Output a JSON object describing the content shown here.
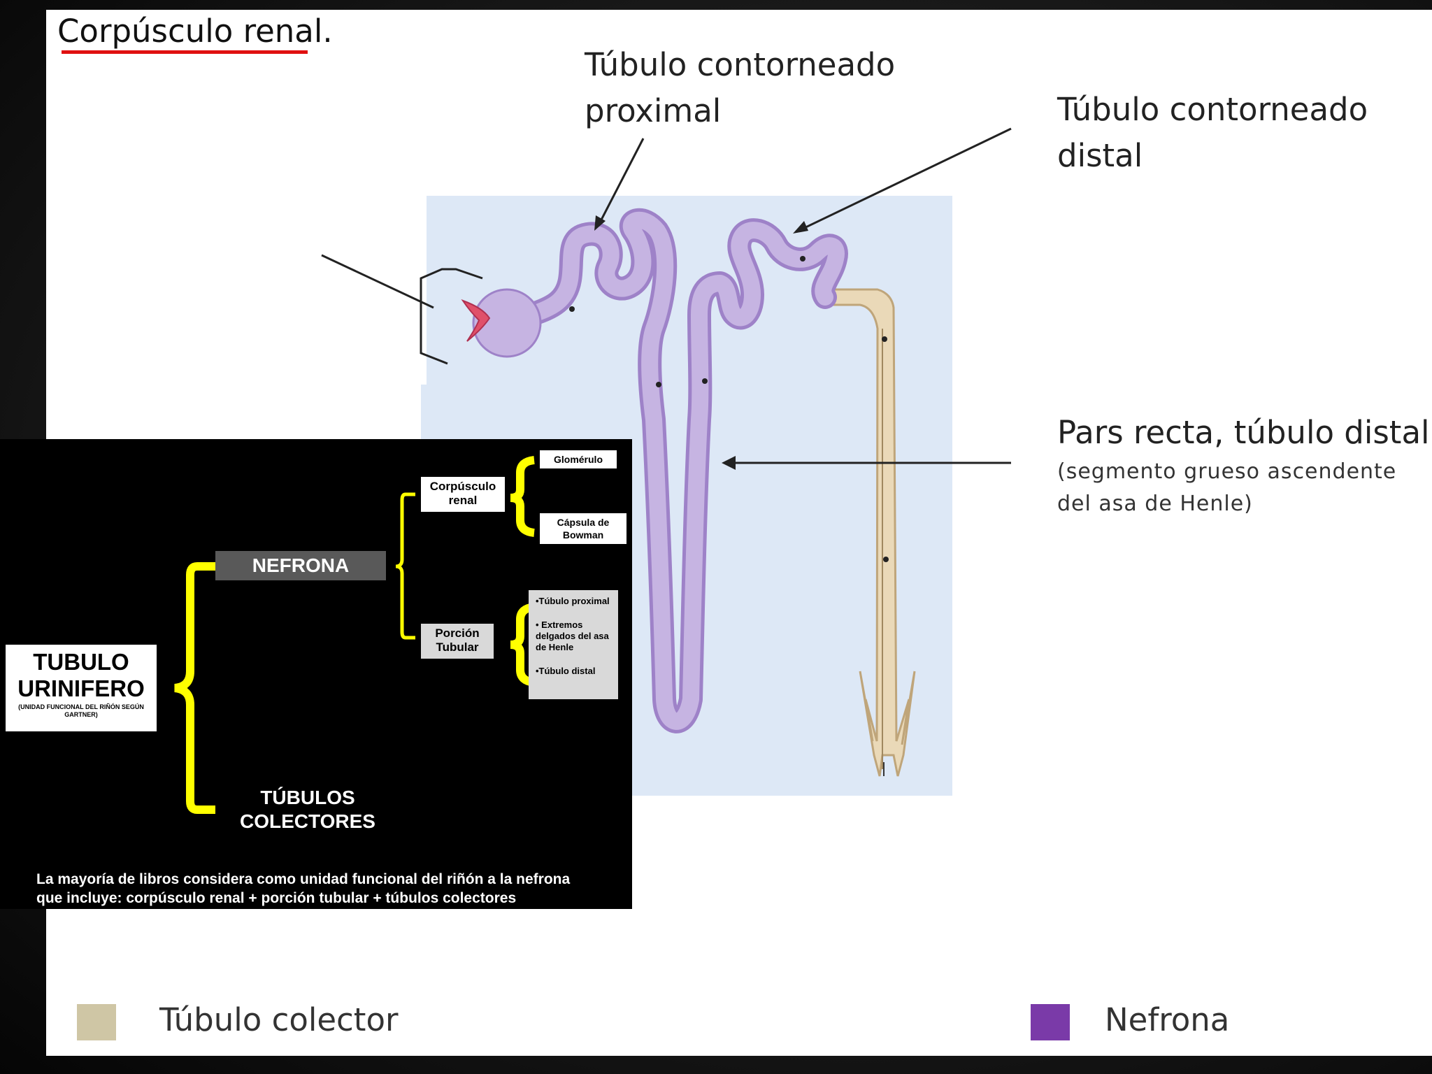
{
  "title": "Corpúsculo renal",
  "title_suffix": ".",
  "labels": {
    "proximal_line1": "Túbulo contorneado",
    "proximal_line2": "proximal",
    "distal_line1": "Túbulo contorneado",
    "distal_line2": "distal",
    "pars_recta": "Pars recta, túbulo distal",
    "pars_sub1": "(segmento grueso ascendente",
    "pars_sub2": "del asa de Henle)"
  },
  "legend": {
    "collector_label": "Túbulo colector",
    "collector_color": "#cfc6a5",
    "nephron_label": "Nefrona",
    "nephron_color": "#7a3aa8"
  },
  "scheme": {
    "root_line1": "TUBULO",
    "root_line2": "URINIFERO",
    "root_note": "(UNIDAD FUNCIONAL DEL RIÑÓN SEGÚN GARTNER)",
    "nefrona": "NEFRONA",
    "corpusculo": "Corpúsculo renal",
    "glomerulo": "Glomérulo",
    "capsula": "Cápsula de Bowman",
    "porcion": "Porción Tubular",
    "tubular_item1": "•Túbulo proximal",
    "tubular_item2": "• Extremos delgados del asa de Henle",
    "tubular_item3": "•Túbulo distal",
    "colectores_line1": "TÚBULOS",
    "colectores_line2": "COLECTORES",
    "footnote_line1": "La mayoría de libros considera como unidad funcional del riñón a la nefrona",
    "footnote_line2": "que incluye: corpúsculo renal + porción tubular + túbulos colectores",
    "bracket_color": "#ffff00"
  },
  "colors": {
    "nephron_fill": "#c6b4e2",
    "collector_fill": "#ead9b8",
    "panel_bg": "#dde8f6",
    "glomerulus": "#e0506a"
  }
}
